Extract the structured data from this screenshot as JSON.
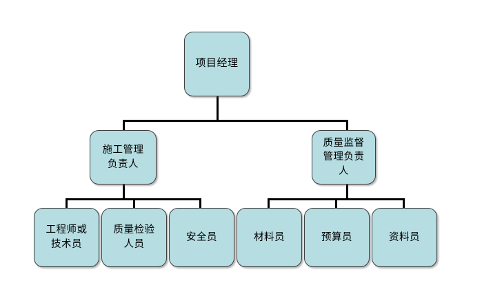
{
  "diagram": {
    "type": "organization-chart",
    "title": "",
    "background_color": "#ffffff",
    "node_fill_color": "#b6dde2",
    "node_border_color": "#3f3f3f",
    "connector_color": "#000000",
    "levels": [
      {
        "level": 1,
        "nodes": [
          {
            "id": "root",
            "label": "项目经理"
          }
        ]
      },
      {
        "level": 2,
        "nodes": [
          {
            "id": "construction",
            "label": "施工管理\n负责人"
          },
          {
            "id": "quality",
            "label": "质量监督\n管理负责\n人"
          }
        ]
      },
      {
        "level": 3,
        "nodes": [
          {
            "id": "engineer",
            "label": "工程师或\n技术员",
            "parent": "construction"
          },
          {
            "id": "inspector",
            "label": "质量检验\n人员",
            "parent": "construction"
          },
          {
            "id": "safety",
            "label": "安全员",
            "parent": "construction"
          },
          {
            "id": "material",
            "label": "材料员",
            "parent": "quality"
          },
          {
            "id": "budget",
            "label": "预算员",
            "parent": "quality"
          },
          {
            "id": "document",
            "label": "资料员",
            "parent": "quality"
          }
        ]
      }
    ]
  }
}
